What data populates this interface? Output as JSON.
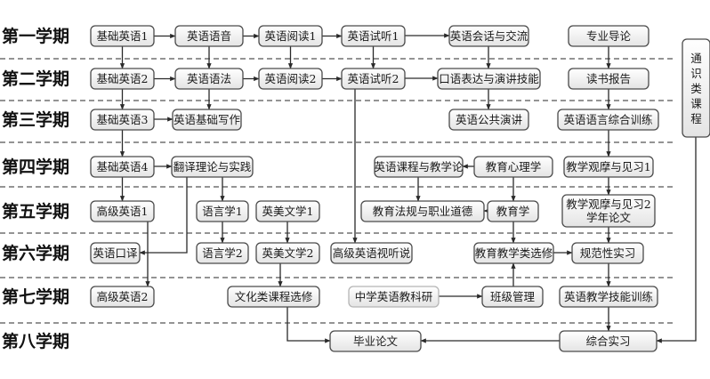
{
  "title": "英语专业课程体系图",
  "semesters": [
    "第一学期",
    "第二学期",
    "第三学期",
    "第四学期",
    "第五学期",
    "第六学期",
    "第七学期",
    "第八学期"
  ],
  "side_box": {
    "id": "general",
    "label": "通识类课程"
  },
  "nodes": [
    {
      "id": "jc1",
      "label": "基础英语1",
      "sem": 1
    },
    {
      "id": "yyyy",
      "label": "英语语音",
      "sem": 1
    },
    {
      "id": "yd1",
      "label": "英语阅读1",
      "sem": 1
    },
    {
      "id": "st1",
      "label": "英语试听1",
      "sem": 1
    },
    {
      "id": "hh",
      "label": "英语会话与交流",
      "sem": 1
    },
    {
      "id": "zydl",
      "label": "专业导论",
      "sem": 1
    },
    {
      "id": "jc2",
      "label": "基础英语2",
      "sem": 2
    },
    {
      "id": "yf",
      "label": "英语语法",
      "sem": 2
    },
    {
      "id": "yd2",
      "label": "英语阅读2",
      "sem": 2
    },
    {
      "id": "st2",
      "label": "英语试听2",
      "sem": 2
    },
    {
      "id": "kybd",
      "label": "口语表达与演讲技能",
      "sem": 2
    },
    {
      "id": "dsbg",
      "label": "读书报告",
      "sem": 2
    },
    {
      "id": "jc3",
      "label": "基础英语3",
      "sem": 3
    },
    {
      "id": "xz",
      "label": "英语基础写作",
      "sem": 3
    },
    {
      "id": "ggyj",
      "label": "英语公共演讲",
      "sem": 3
    },
    {
      "id": "zhxl",
      "label": "英语语言综合训练",
      "sem": 3
    },
    {
      "id": "jc4",
      "label": "基础英语4",
      "sem": 4
    },
    {
      "id": "fy",
      "label": "翻译理论与实践",
      "sem": 4
    },
    {
      "id": "kcjx",
      "label": "英语课程与教学论",
      "sem": 4
    },
    {
      "id": "xlx",
      "label": "教育心理学",
      "sem": 4
    },
    {
      "id": "jx1",
      "label": "教学观摩与见习1",
      "sem": 4
    },
    {
      "id": "gj1",
      "label": "高级英语1",
      "sem": 5
    },
    {
      "id": "yyx1",
      "label": "语言学1",
      "sem": 5
    },
    {
      "id": "wx1",
      "label": "英美文学1",
      "sem": 5
    },
    {
      "id": "fg",
      "label": "教育法规与职业道德",
      "sem": 5
    },
    {
      "id": "jyx",
      "label": "教育学",
      "sem": 5
    },
    {
      "id": "jx2",
      "label": "教学观摩与见习2|学年论文",
      "sem": 5
    },
    {
      "id": "ky",
      "label": "英语口译",
      "sem": 6
    },
    {
      "id": "yyx2",
      "label": "语言学2",
      "sem": 6
    },
    {
      "id": "wx2",
      "label": "英美文学2",
      "sem": 6
    },
    {
      "id": "stg",
      "label": "高级英语视听说",
      "sem": 6
    },
    {
      "id": "jyxx",
      "label": "教育教学类选修",
      "sem": 6
    },
    {
      "id": "gfsx",
      "label": "规范性实习",
      "sem": 6
    },
    {
      "id": "gj2",
      "label": "高级英语2",
      "sem": 7
    },
    {
      "id": "whxx",
      "label": "文化类课程选修",
      "sem": 7
    },
    {
      "id": "jky",
      "label": "中学英语教科研",
      "sem": 7
    },
    {
      "id": "bjgl",
      "label": "班级管理",
      "sem": 7
    },
    {
      "id": "jnxl",
      "label": "英语教学技能训练",
      "sem": 7
    },
    {
      "id": "bylw",
      "label": "毕业论文",
      "sem": 8
    },
    {
      "id": "zhsx",
      "label": "综合实习",
      "sem": 8
    }
  ],
  "edges": [
    [
      "jc1",
      "yyyy"
    ],
    [
      "yyyy",
      "yd1"
    ],
    [
      "yd1",
      "st1"
    ],
    [
      "st1",
      "hh"
    ],
    [
      "jc1",
      "jc2"
    ],
    [
      "yyyy",
      "yf"
    ],
    [
      "yd1",
      "yd2"
    ],
    [
      "st1",
      "st2"
    ],
    [
      "hh",
      "kybd"
    ],
    [
      "zydl",
      "dsbg"
    ],
    [
      "jc2",
      "yf"
    ],
    [
      "yf",
      "yd2"
    ],
    [
      "yd2",
      "st2"
    ],
    [
      "st2",
      "kybd"
    ],
    [
      "jc2",
      "jc3"
    ],
    [
      "yf",
      "xz"
    ],
    [
      "kybd",
      "ggyj"
    ],
    [
      "dsbg",
      "zhxl"
    ],
    [
      "jc3",
      "xz"
    ],
    [
      "jc3",
      "jc4"
    ],
    [
      "zhxl",
      "jx1"
    ],
    [
      "jc4",
      "fy"
    ],
    [
      "xlx",
      "kcjx"
    ],
    [
      "jc4",
      "gj1"
    ],
    [
      "fy",
      "yyx1"
    ],
    [
      "fy",
      "ky"
    ],
    [
      "kcjx",
      "fg"
    ],
    [
      "xlx",
      "jyx"
    ],
    [
      "jyx",
      "fg"
    ],
    [
      "jx1",
      "jx2"
    ],
    [
      "gj1",
      "gj2"
    ],
    [
      "yyx1",
      "yyx2"
    ],
    [
      "wx1",
      "wx2"
    ],
    [
      "st2",
      "stg"
    ],
    [
      "jyx",
      "jyxx"
    ],
    [
      "jx2",
      "gfsx"
    ],
    [
      "jyxx",
      "gfsx"
    ],
    [
      "wx2",
      "whxx"
    ],
    [
      "bjgl",
      "jyxx"
    ],
    [
      "gfsx",
      "jnxl"
    ],
    [
      "jky",
      "bjgl"
    ],
    [
      "jnxl",
      "zhsx"
    ],
    [
      "whxx",
      "bylw"
    ],
    [
      "zhsx",
      "bylw"
    ],
    [
      "general",
      "zhsx"
    ]
  ]
}
